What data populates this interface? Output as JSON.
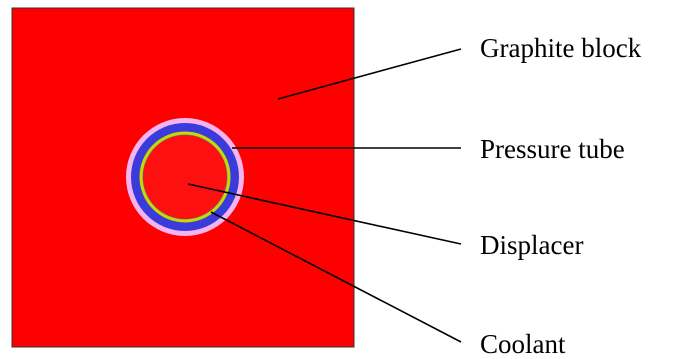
{
  "labels": {
    "graphite_block": "Graphite block",
    "pressure_tube": "Pressure tube",
    "displacer": "Displacer",
    "coolant": "Coolant"
  },
  "colors": {
    "graphite_block": "#ff0000",
    "outer_halo": "#f4b4f0",
    "pressure_tube": "#3b3bdc",
    "gap": "#2fa0a0",
    "coolant_ring": "#c8d800",
    "displacer": "#ff1010",
    "leader_lines": "#000000"
  }
}
